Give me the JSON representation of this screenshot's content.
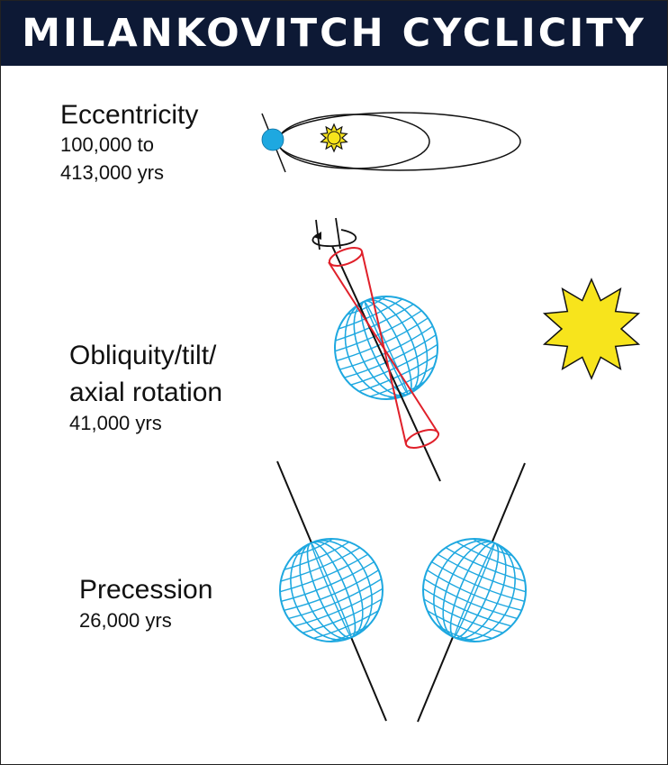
{
  "title": "MILANKOVITCH CYCLICITY",
  "eccentricity": {
    "label": "Eccentricity",
    "period_line1": "100,000 to",
    "period_line2": "413,000 yrs"
  },
  "obliquity": {
    "label_line1": "Obliquity/tilt/",
    "label_line2": "axial rotation",
    "period": "41,000 yrs"
  },
  "precession": {
    "label": "Precession",
    "period": "26,000 yrs"
  },
  "colors": {
    "banner": "#0d1935",
    "earth": "#1ea8e0",
    "sun": "#f7e41c",
    "precession_cone": "#e0202a",
    "axis": "#111111"
  },
  "icons": [
    "orbit-ellipse",
    "sun-icon",
    "earth-globe-icon",
    "spin-arrow-icon",
    "axis-line"
  ]
}
